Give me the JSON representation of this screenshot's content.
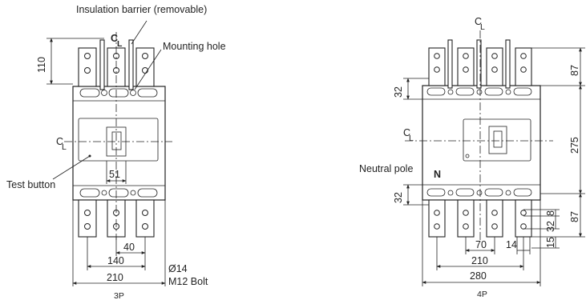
{
  "labels": {
    "insulation_barrier": "Insulation barrier (removable)",
    "mounting_hole": "Mounting hole",
    "test_button": "Test button",
    "neutral_pole": "Neutral pole",
    "neutral_mark": "N",
    "centerline_symbol": "C",
    "centerline_sub": "L",
    "hole_diameter": "Ø14",
    "bolt": "M12 Bolt"
  },
  "diagram_3p": {
    "caption": "3P",
    "dims": {
      "height_terminal": "110",
      "handle_width": "51",
      "pitch": "40",
      "inner_span": "140",
      "overall_width": "210"
    }
  },
  "diagram_4p": {
    "caption": "4P",
    "dims": {
      "top_terminal": "87",
      "top_offset": "32",
      "body_height": "275",
      "bottom_offset": "32",
      "bottom_terminal": "87",
      "hole_pitch": "8",
      "hole_offset": "32",
      "bottom_gap": "15",
      "pitch": "70",
      "slot_width": "14",
      "inner_span": "210",
      "overall_width": "280"
    }
  }
}
